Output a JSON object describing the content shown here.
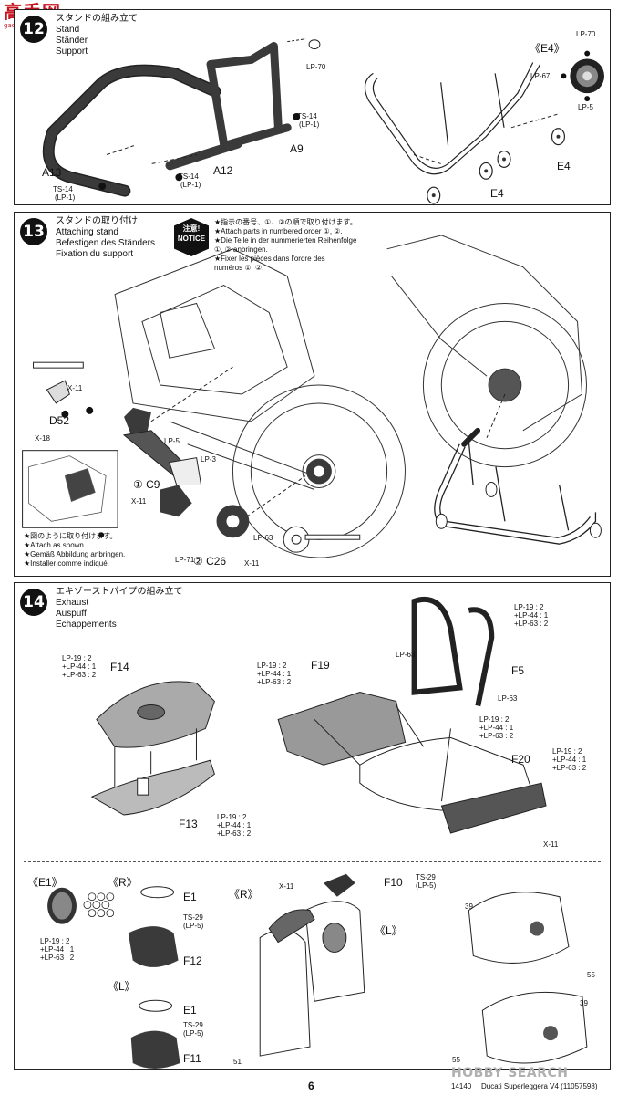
{
  "watermark": {
    "logo": "高手网",
    "url": "gao-shou.com",
    "bottom": "HOBBY SEARCH"
  },
  "colors": {
    "part_dark": "#3a3a3a",
    "line": "#222222",
    "watermark_red": "#c8141e"
  },
  "step12": {
    "number": "12",
    "title_jp": "スタンドの組み立て",
    "title_en": "Stand",
    "title_de": "Ständer",
    "title_fr": "Support",
    "labels": {
      "a13": "A13",
      "a12": "A12",
      "a9": "A9",
      "ts14_1": "TS-14",
      "lp1_1": "(LP-1)",
      "ts14_2": "TS-14",
      "lp1_2": "(LP-1)",
      "ts14_3": "TS-14",
      "lp1_3": "(LP-1)",
      "lp70_1": "LP-70",
      "e4_callout": "《E4》",
      "lp70_2": "LP-70",
      "lp67": "LP-67",
      "lp5": "LP-5",
      "e4_a": "E4",
      "e4_b": "E4"
    }
  },
  "step13": {
    "number": "13",
    "title_jp": "スタンドの取り付け",
    "title_en": "Attaching stand",
    "title_de": "Befestigen des Ständers",
    "title_fr": "Fixation du support",
    "notice_icon": "注意! NOTICE",
    "notice_lines": [
      "★指示の番号、①、②の順で取り付けます。",
      "★Attach parts in numbered order ①, ②.",
      "★Die Teile in der nummerierten Reihenfolge",
      "①, ② anbringen.",
      "★Fixer les pièces dans l'ordre des",
      "numéros ①, ②."
    ],
    "shown_lines": [
      "★図のように取り付けます。",
      "★Attach as shown.",
      "★Gemäß Abbildung anbringen.",
      "★Installer comme indiqué."
    ],
    "labels": {
      "x11_a": "X-11",
      "d52": "D52",
      "x18": "X-18",
      "lp5": "LP-5",
      "lp3": "LP-3",
      "c9": "① C9",
      "x11_b": "X-11",
      "lp71": "LP-71",
      "c26": "② C26",
      "lp63": "LP-63",
      "x11_c": "X-11"
    }
  },
  "step14": {
    "number": "14",
    "title_jp": "エキゾーストパイプの組み立て",
    "title_en": "Exhaust",
    "title_de": "Auspuff",
    "title_fr": "Echappements",
    "labels": {
      "mix_a": [
        "LP-19 : 2",
        "+LP-44 : 1",
        "+LP-63 : 2"
      ],
      "mix_b": [
        "LP-19 : 2",
        "+LP-44 : 1",
        "+LP-63 : 2"
      ],
      "mix_c": [
        "LP-19 : 2",
        "+LP-44 : 1",
        "+LP-63 : 2"
      ],
      "mix_d": [
        "LP-19 : 2",
        "+LP-44 : 1",
        "+LP-63 : 2"
      ],
      "mix_e": [
        "LP-19 : 2",
        "+LP-44 : 1",
        "+LP-63 : 2"
      ],
      "mix_f": [
        "LP-19 : 2",
        "+LP-44 : 1",
        "+LP-63 : 2"
      ],
      "mix_g": [
        "LP-19 : 2",
        "+LP-44 : 1",
        "+LP-63 : 2"
      ],
      "f14": "F14",
      "f13": "F13",
      "f19": "F19",
      "f5": "F5",
      "f20": "F20",
      "lp63_a": "LP-63",
      "lp63_b": "LP-63",
      "x11": "X-11",
      "e1_callout": "《E1》",
      "r_callout": "《R》",
      "l_callout": "《L》",
      "r_callout2": "《R》",
      "l_callout2": "《L》",
      "e1_a": "E1",
      "e1_b": "E1",
      "f12": "F12",
      "f11": "F11",
      "f10": "F10",
      "ts29_a": "TS-29",
      "lp5_a": "(LP-5)",
      "ts29_b": "TS-29",
      "lp5_b": "(LP-5)",
      "ts29_c": "TS-29",
      "lp5_c": "(LP-5)",
      "x11_b": "X-11",
      "d39_a": "39",
      "d55_a": "55",
      "d39_b": "39",
      "d55_b": "55",
      "d51": "51"
    }
  },
  "footer": {
    "page": "6",
    "code": "14140",
    "title": "Ducati Superleggera V4 (11057598)"
  }
}
